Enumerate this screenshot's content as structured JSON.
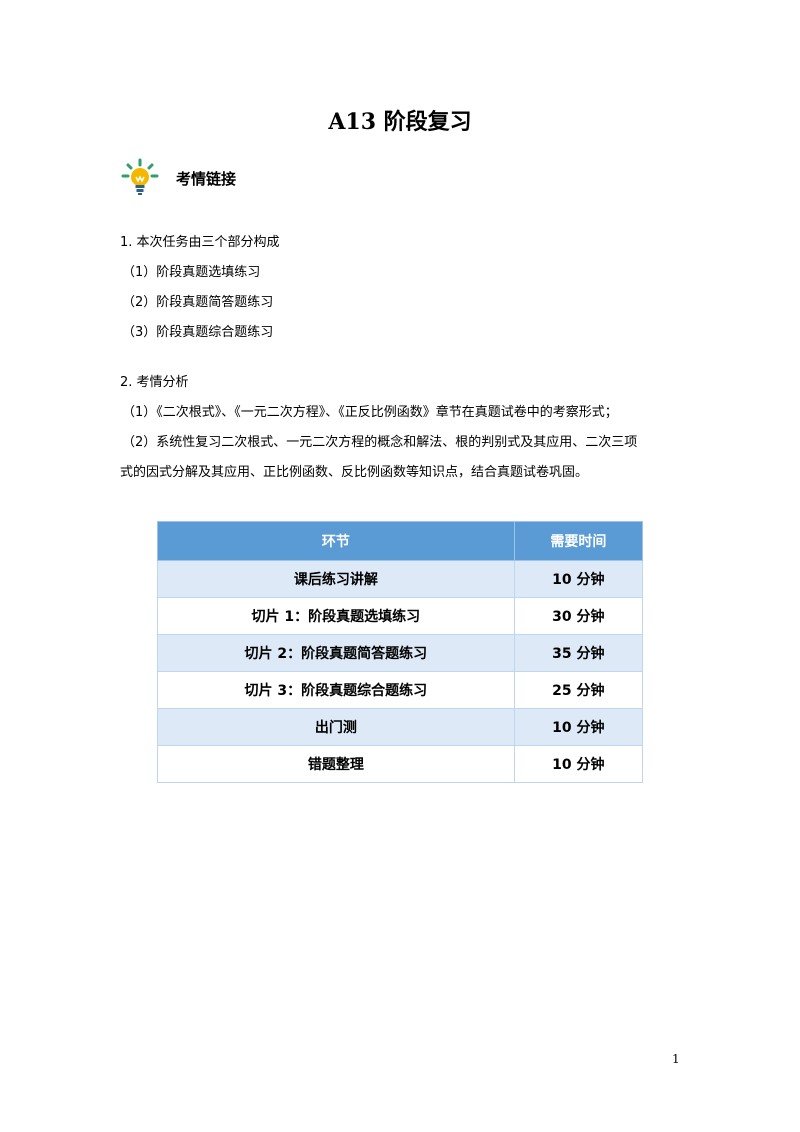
{
  "document": {
    "title": "A13 阶段复习",
    "section_heading": "考情链接",
    "part1": {
      "heading": "1. 本次任务由三个部分构成",
      "items": [
        "（1）阶段真题选填练习",
        "（2）阶段真题简答题练习",
        "（3）阶段真题综合题练习"
      ]
    },
    "part2": {
      "heading": "2. 考情分析",
      "items": [
        "（1）《二次根式》、《一元二次方程》、《正反比例函数》章节在真题试卷中的考察形式；",
        "（2）系统性复习二次根式、一元二次方程的概念和解法、根的判别式及其应用、二次三项",
        "式的因式分解及其应用、正比例函数、反比例函数等知识点，结合真题试卷巩固。"
      ]
    },
    "table": {
      "headers": [
        "环节",
        "需要时间"
      ],
      "rows": [
        [
          "课后练习讲解",
          "10 分钟"
        ],
        [
          "切片 1：阶段真题选填练习",
          "30 分钟"
        ],
        [
          "切片 2：阶段真题简答题练习",
          "35 分钟"
        ],
        [
          "切片 3：阶段真题综合题练习",
          "25 分钟"
        ],
        [
          "出门测",
          "10 分钟"
        ],
        [
          "错题整理",
          "10 分钟"
        ]
      ]
    },
    "page_number": "1"
  },
  "icons": {
    "section": "lightbulb-icon"
  },
  "colors": {
    "table_header": "#5b9bd5",
    "table_stripe": "#dde9f6",
    "bulb": "#f5b800",
    "rays": "#2e9e6a"
  }
}
